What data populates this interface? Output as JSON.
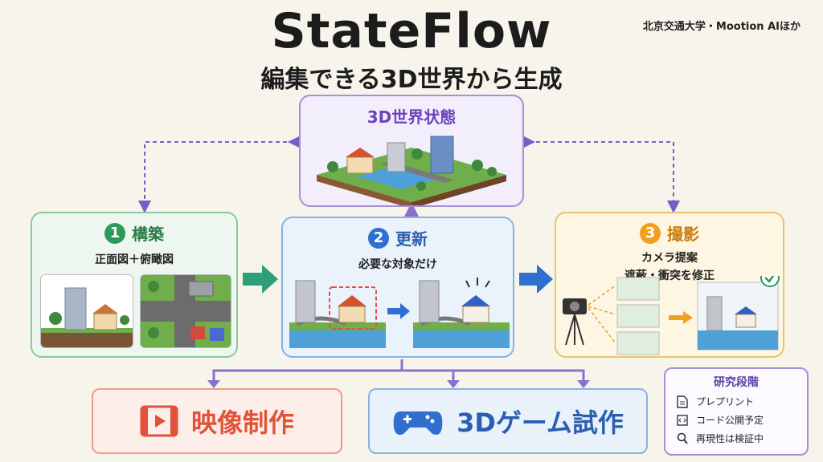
{
  "header": {
    "title": "StateFlow",
    "subtitle": "編集できる3D世界から生成",
    "affiliation": "北京交通大学・Mootion AIほか"
  },
  "world": {
    "title": "3D世界状態"
  },
  "steps": [
    {
      "num": "1",
      "title": "構築",
      "desc": "正面図＋俯瞰図",
      "color": "#2e9a5a"
    },
    {
      "num": "2",
      "title": "更新",
      "desc": "必要な対象だけ",
      "color": "#2f6fd0"
    },
    {
      "num": "3",
      "title": "撮影",
      "desc1": "カメラ提案",
      "desc2": "遮蔽・衝突を修正",
      "color": "#f0a020"
    }
  ],
  "outputs": {
    "video": {
      "label": "映像制作",
      "color": "#e0533a"
    },
    "game": {
      "label": "3Dゲーム試作",
      "color": "#2f6fd0"
    }
  },
  "status": {
    "title": "研究段階",
    "items": [
      {
        "icon": "document-icon",
        "label": "プレプリント"
      },
      {
        "icon": "code-icon",
        "label": "コード公開予定"
      },
      {
        "icon": "magnifier-icon",
        "label": "再現性は検証中"
      }
    ]
  }
}
